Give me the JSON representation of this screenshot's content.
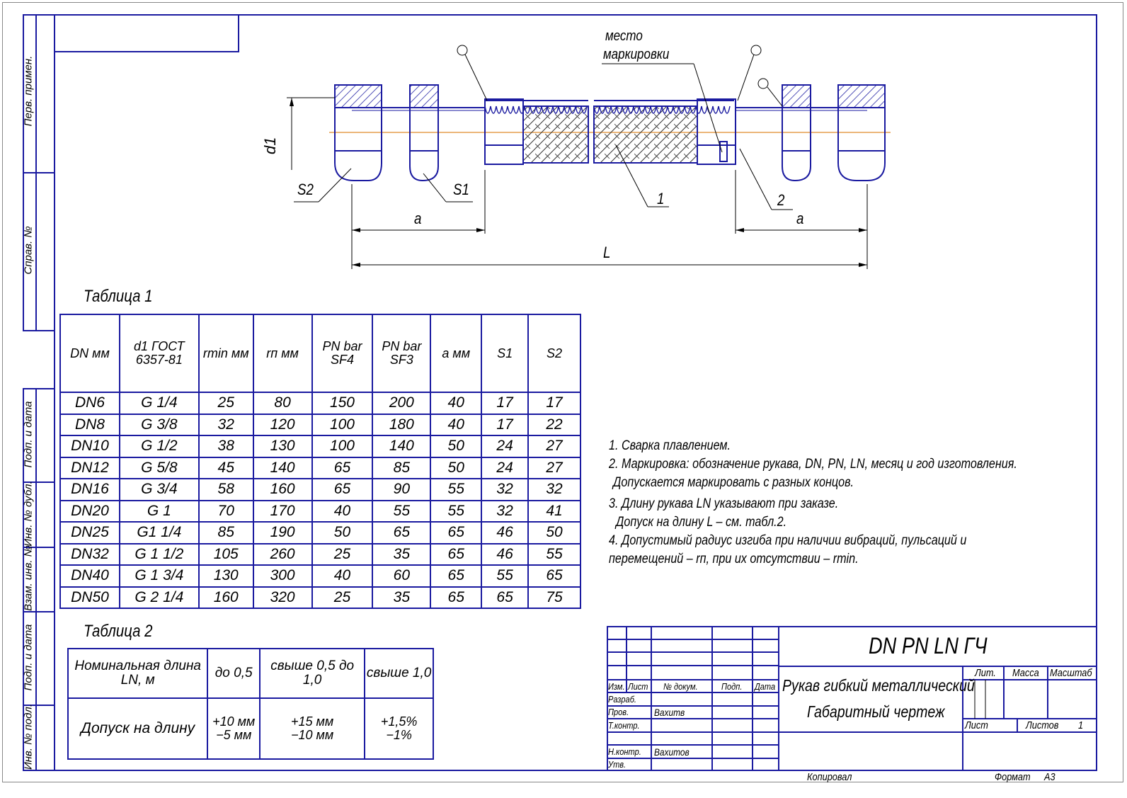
{
  "side_strip": [
    "Перв. примен.",
    "Справ. №",
    "Подп. и дата",
    "Инв. № дубл.",
    "Взам. инв. №",
    "Подп. и дата",
    "Инв. № подл."
  ],
  "drawing": {
    "marking_label_1": "место",
    "marking_label_2": "маркировки",
    "d1": "d1",
    "s1": "S1",
    "s2": "S2",
    "a_left": "a",
    "a_right": "a",
    "L": "L",
    "pos1": "1",
    "pos2": "2"
  },
  "table1": {
    "title": "Таблица 1",
    "headers": [
      "DN мм",
      "d1 ГОСТ 6357-81",
      "rmin мм",
      "rп мм",
      "PN bar SF4",
      "PN bar SF3",
      "a мм",
      "S1",
      "S2"
    ],
    "rows": [
      [
        "DN6",
        "G 1/4",
        "25",
        "80",
        "150",
        "200",
        "40",
        "17",
        "17"
      ],
      [
        "DN8",
        "G 3/8",
        "32",
        "120",
        "100",
        "180",
        "40",
        "17",
        "22"
      ],
      [
        "DN10",
        "G 1/2",
        "38",
        "130",
        "100",
        "140",
        "50",
        "24",
        "27"
      ],
      [
        "DN12",
        "G 5/8",
        "45",
        "140",
        "65",
        "85",
        "50",
        "24",
        "27"
      ],
      [
        "DN16",
        "G 3/4",
        "58",
        "160",
        "65",
        "90",
        "55",
        "32",
        "32"
      ],
      [
        "DN20",
        "G 1",
        "70",
        "170",
        "40",
        "55",
        "55",
        "32",
        "41"
      ],
      [
        "DN25",
        "G1 1/4",
        "85",
        "190",
        "50",
        "65",
        "65",
        "46",
        "50"
      ],
      [
        "DN32",
        "G 1 1/2",
        "105",
        "260",
        "25",
        "35",
        "65",
        "46",
        "55"
      ],
      [
        "DN40",
        "G 1 3/4",
        "130",
        "300",
        "40",
        "60",
        "65",
        "55",
        "65"
      ],
      [
        "DN50",
        "G 2 1/4",
        "160",
        "320",
        "25",
        "35",
        "65",
        "65",
        "75"
      ]
    ]
  },
  "table2": {
    "title": "Таблица 2",
    "headers": [
      "Номинальная длина LN, м",
      "до 0,5",
      "свыше 0,5 до 1,0",
      "свыше 1,0"
    ],
    "row_label": "Допуск на длину",
    "values": [
      [
        "+10 мм",
        "−5 мм"
      ],
      [
        "+15 мм",
        "−10 мм"
      ],
      [
        "+1,5%",
        "−1%"
      ]
    ]
  },
  "notes": [
    "1. Сварка плавлением.",
    "2. Маркировка: обозначение рукава, DN, PN, LN, месяц и год изготовления.",
    " Допускается маркировать с разных концов.",
    "3. Длину рукава LN указывают при заказе.",
    " Допуск на длину L – см. табл.2.",
    "4. Допустимый радиус изгиба при наличии вибраций, пульсаций и",
    "перемещений – rп, при их отсутствии – rmin."
  ],
  "title_block": {
    "designation": "DN PN LN ГЧ",
    "name_1": "Рукав гибкий металлический",
    "name_2": "Габаритный чертеж",
    "col_headers": [
      "Изм.",
      "Лист",
      "№ докум.",
      "Подп.",
      "Дата"
    ],
    "roles": [
      "Разраб.",
      "Пров.",
      "Т.контр.",
      "",
      "Н.контр.",
      "Утв."
    ],
    "names": [
      "",
      "Вахитв",
      "",
      "",
      "Вахитов",
      ""
    ],
    "lit": "Лит.",
    "mass": "Масса",
    "scale": "Масштаб",
    "sheet": "Лист",
    "sheets": "Листов",
    "sheets_count": "1"
  },
  "footer": {
    "copied": "Копировал",
    "format": "Формат",
    "format_value": "А3"
  }
}
